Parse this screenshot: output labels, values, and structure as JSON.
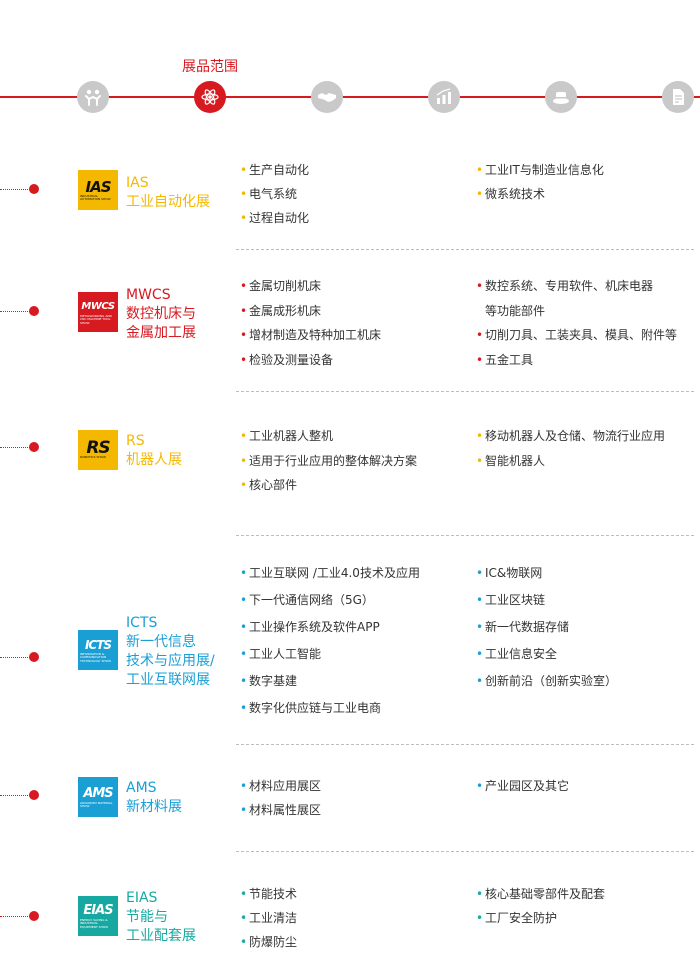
{
  "nav": {
    "title": "展品范围",
    "items": [
      {
        "icon": "people-icon",
        "active": false
      },
      {
        "icon": "atom-icon",
        "active": true
      },
      {
        "icon": "handshake-icon",
        "active": false
      },
      {
        "icon": "bar-chart-icon",
        "active": false
      },
      {
        "icon": "hat-icon",
        "active": false
      },
      {
        "icon": "document-icon",
        "active": false
      }
    ]
  },
  "colors": {
    "red": "#d71920",
    "ias": "#f5b800",
    "mwcs": "#d71920",
    "rs": "#f5b800",
    "icts": "#1a9fd5",
    "ams": "#1a9fd5",
    "eias": "#17a9a1"
  },
  "sections": [
    {
      "id": "ias",
      "logo_mark": "IAS",
      "logo_sub": "INDUSTRIAL AUTOMATION SHOW",
      "name_lines": [
        "IAS",
        "工业自动化展"
      ],
      "left": [
        "生产自动化",
        "电气系统",
        "过程自动化"
      ],
      "right": [
        "工业IT与制造业信息化",
        "微系统技术"
      ]
    },
    {
      "id": "mwcs",
      "logo_mark": "MWCS",
      "logo_sub": "METALWORKING AND CNC MACHINE TOOL SHOW",
      "name_lines": [
        "MWCS",
        "数控机床与",
        "金属加工展"
      ],
      "left": [
        "金属切削机床",
        "金属成形机床",
        "增材制造及特种加工机床",
        "检验及测量设备"
      ],
      "right": [
        "数控系统、专用软件、机床电器",
        "等功能部件",
        "切削刀具、工装夹具、模具、附件等",
        "五金工具"
      ]
    },
    {
      "id": "rs",
      "logo_mark": "RS",
      "logo_sub": "ROBOTICS SHOW",
      "name_lines": [
        "RS",
        "机器人展"
      ],
      "left": [
        "工业机器人整机",
        "适用于行业应用的整体解决方案",
        "核心部件"
      ],
      "right": [
        "移动机器人及仓储、物流行业应用",
        "智能机器人"
      ]
    },
    {
      "id": "icts",
      "logo_mark": "ICTS",
      "logo_sub": "INFORMATION & COMMUNICATION TECHNOLOGY SHOW",
      "name_lines": [
        "ICTS",
        "新一代信息",
        "技术与应用展/",
        "工业互联网展"
      ],
      "left": [
        "工业互联网 /工业4.0技术及应用",
        "下一代通信网络（5G）",
        "工业操作系统及软件APP",
        "工业人工智能",
        "数字基建",
        "数字化供应链与工业电商"
      ],
      "right": [
        "IC&物联网",
        "工业区块链",
        "新一代数据存储",
        "工业信息安全",
        "创新前沿（创新实验室）"
      ]
    },
    {
      "id": "ams",
      "logo_mark": "AMS",
      "logo_sub": "ADVANCED MATERIAL SHOW",
      "name_lines": [
        "AMS",
        "新材料展"
      ],
      "left": [
        "材料应用展区",
        "材料属性展区"
      ],
      "right": [
        "产业园区及其它"
      ]
    },
    {
      "id": "eias",
      "logo_mark": "EIAS",
      "logo_sub": "ENERGY SAVING & INDUSTRIAL EQUIPMENT SHOW",
      "name_lines": [
        "EIAS",
        "节能与",
        "工业配套展"
      ],
      "left": [
        "节能技术",
        "工业清洁",
        "防爆防尘"
      ],
      "right": [
        "核心基础零部件及配套",
        "工厂安全防护"
      ]
    }
  ]
}
